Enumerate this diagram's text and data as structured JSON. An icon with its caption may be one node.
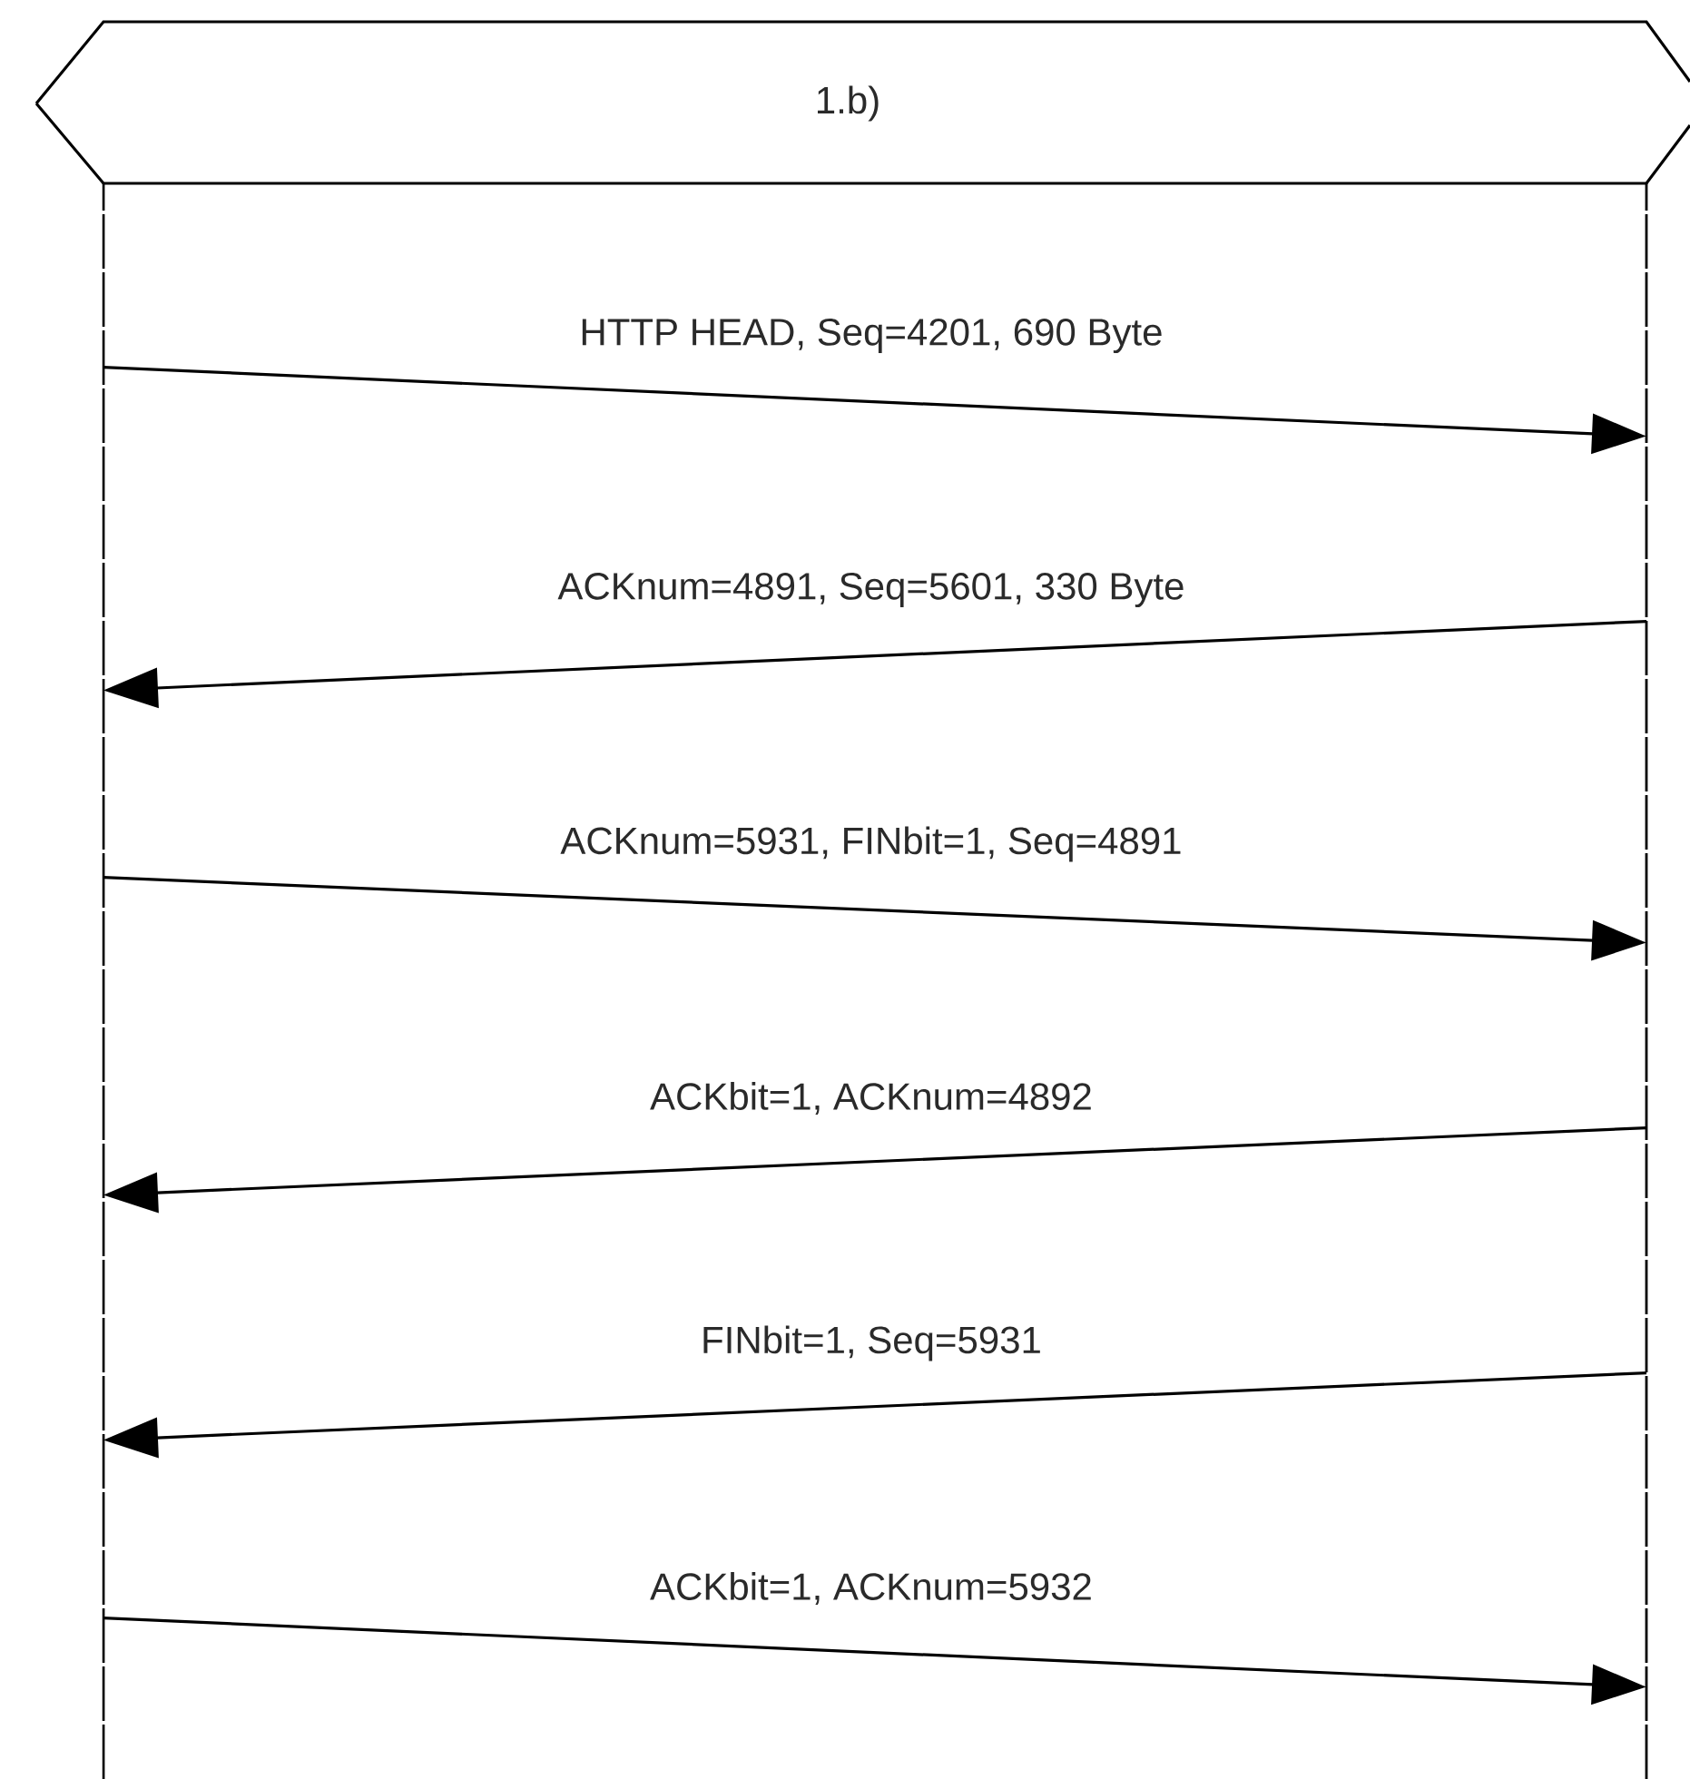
{
  "diagram": {
    "nodes": [
      {
        "text": [
          "1.b)"
        ]
      },
      {
        "text": [],
        "shape": "line"
      },
      {
        "text": [],
        "shape": "line"
      }
    ],
    "edges": [
      {
        "from": 1,
        "to": 2,
        "arrow": "to",
        "label": "HTTP HEAD, Seq=4201, 690 Byte"
      },
      {
        "from": 2,
        "to": 1,
        "arrow": "to",
        "label": "ACKnum=4891, Seq=5601, 330 Byte"
      },
      {
        "from": 1,
        "to": 2,
        "arrow": "to",
        "label": "ACKnum=5931, FINbit=1, Seq=4891"
      },
      {
        "from": 2,
        "to": 1,
        "arrow": "to",
        "label": "ACKbit=1, ACKnum=4892"
      },
      {
        "from": 2,
        "to": 1,
        "arrow": "to",
        "label": "FINbit=1, Seq=5931"
      },
      {
        "from": 1,
        "to": 2,
        "arrow": "to",
        "label": "ACKbit=1, ACKnum=5932"
      }
    ]
  }
}
